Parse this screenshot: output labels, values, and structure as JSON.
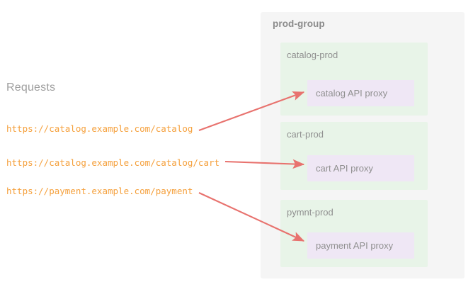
{
  "left_panel": {
    "heading": "Requests",
    "urls": [
      "https://catalog.example.com/catalog",
      "https://catalog.example.com/catalog/cart",
      "https://payment.example.com/payment"
    ]
  },
  "group": {
    "label": "prod-group",
    "subgroups": [
      {
        "label": "catalog-prod",
        "proxy": "catalog API proxy"
      },
      {
        "label": "cart-prod",
        "proxy": "cart API proxy"
      },
      {
        "label": "pymnt-prod",
        "proxy": "payment API proxy"
      }
    ]
  },
  "arrows": [
    {
      "name": "arrow-catalog",
      "from": "https://catalog.example.com/catalog",
      "to": "catalog API proxy"
    },
    {
      "name": "arrow-cart",
      "from": "https://catalog.example.com/catalog/cart",
      "to": "cart API proxy"
    },
    {
      "name": "arrow-payment",
      "from": "https://payment.example.com/payment",
      "to": "payment API proxy"
    }
  ],
  "colors": {
    "url_text": "#f5a03c",
    "heading_text": "#9e9e9e",
    "group_fill": "#f5f5f5",
    "subgroup_fill": "#e8f4e8",
    "proxy_fill": "#efe7f5",
    "arrow": "#e8726e",
    "label_text": "#909090"
  }
}
